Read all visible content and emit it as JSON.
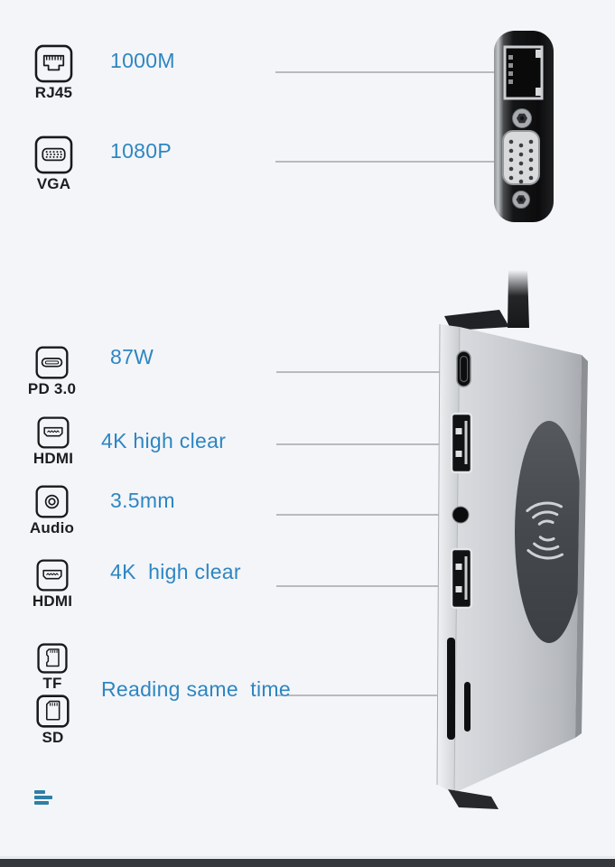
{
  "colors": {
    "background": "#f3f5f9",
    "accent_text_blue": "#2e86c1",
    "label_text": "#1b1d20",
    "callout_line": "#7c8084",
    "bottom_bar": "#35383d",
    "logo_teal": "#2e7fa6",
    "device_black": "#121314",
    "device_silver": "#c6c9cd",
    "wireless_pad": "#44474b"
  },
  "callouts": {
    "rj45": {
      "label": "RJ45",
      "value": "1000M"
    },
    "vga": {
      "label": "VGA",
      "value": "1080P"
    },
    "pd": {
      "label": "PD 3.0",
      "value": "87W"
    },
    "hdmi_top": {
      "label": "HDMI",
      "value": "4K high clear"
    },
    "audio": {
      "label": "Audio",
      "value": "3.5mm"
    },
    "hdmi_bottom": {
      "label": "HDMI",
      "value": "4K  high clear"
    },
    "cards": {
      "tf_label": "TF",
      "sd_label": "SD",
      "value": "Reading same  time"
    }
  },
  "icons": {
    "rj45-port-icon": "svg-outline-ethernet-jack",
    "vga-port-icon": "svg-outline-dsub-15",
    "usb-c-icon": "svg-outline-usbc-pill",
    "hdmi-icon": "svg-outline-hdmi-connector",
    "audio-jack-icon": "svg-outline-concentric-circles",
    "tf-card-icon": "svg-outline-microsd-card",
    "sd-card-icon": "svg-outline-sd-card",
    "logo-bars-icon": "three-teal-horizontal-bars",
    "wireless-charging-icon": "opposing-signal-arcs"
  }
}
